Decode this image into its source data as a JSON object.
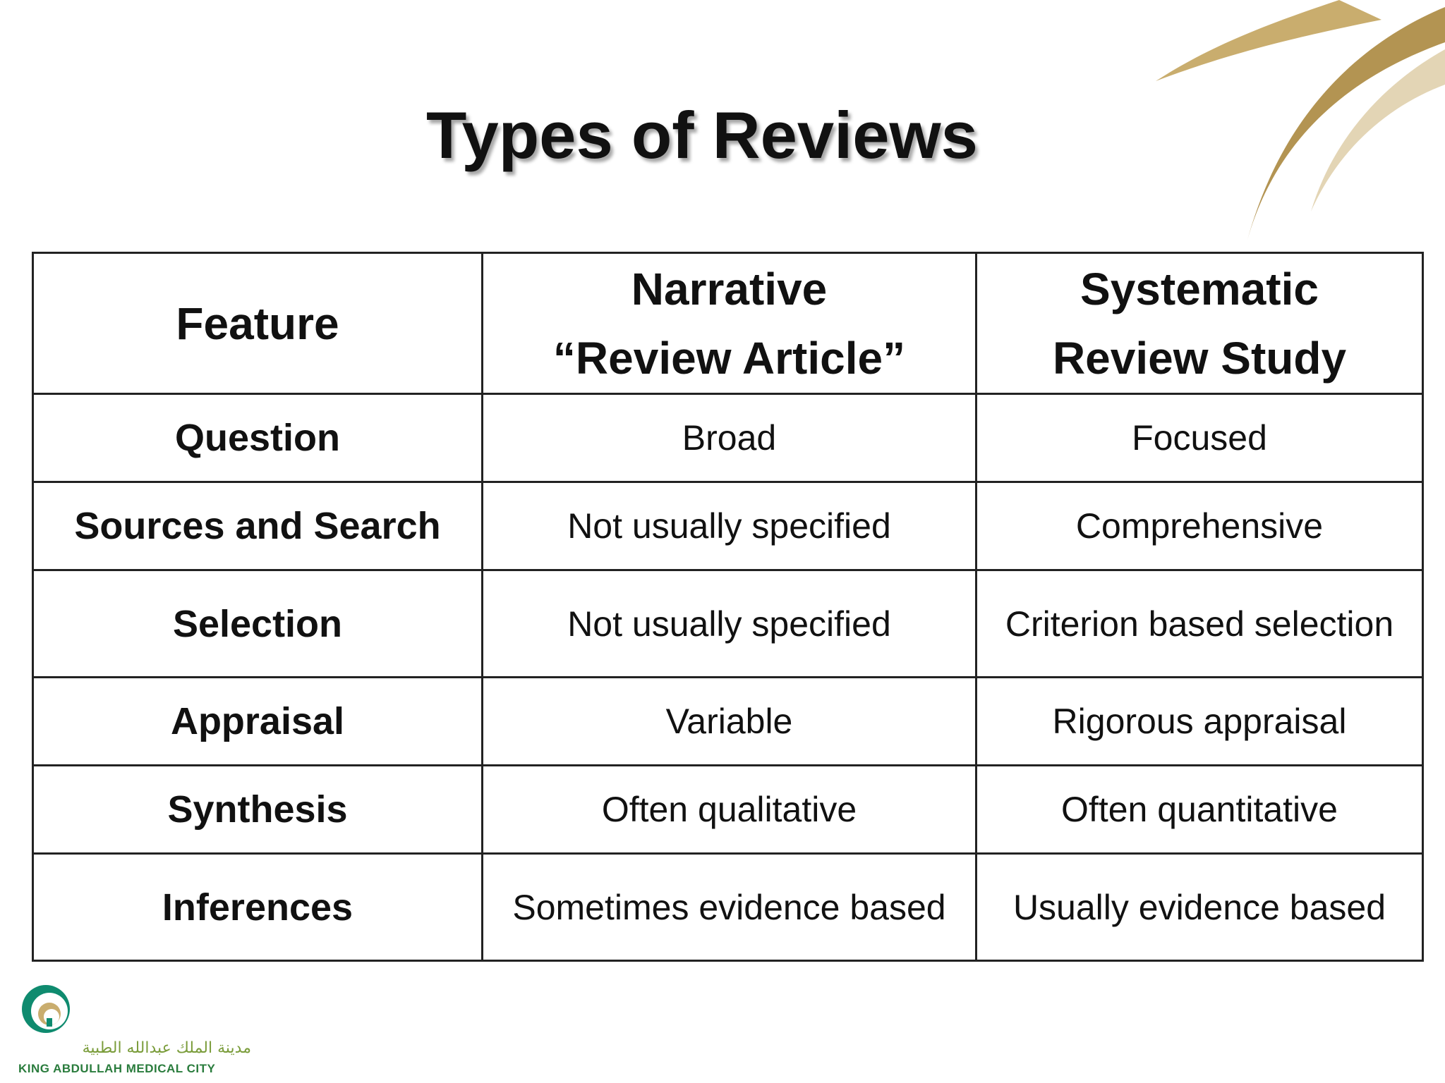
{
  "title": "Types of Reviews",
  "table": {
    "headers": {
      "feature": "Feature",
      "narrative_line1": "Narrative",
      "narrative_line2": "“Review Article”",
      "systematic_line1": "Systematic",
      "systematic_line2": "Review Study"
    },
    "rows": [
      {
        "feature": "Question",
        "narrative": "Broad",
        "systematic": "Focused"
      },
      {
        "feature": "Sources and Search",
        "narrative": "Not usually specified",
        "systematic": "Comprehensive"
      },
      {
        "feature": "Selection",
        "narrative": "Not usually specified",
        "systematic": "Criterion based selection"
      },
      {
        "feature": "Appraisal",
        "narrative": "Variable",
        "systematic": "Rigorous appraisal"
      },
      {
        "feature": "Synthesis",
        "narrative": "Often qualitative",
        "systematic": "Often quantitative"
      },
      {
        "feature": "Inferences",
        "narrative": "Sometimes evidence based",
        "systematic": "Usually evidence based"
      }
    ]
  },
  "logo": {
    "arabic": "مدينة الملك عبدالله الطبية",
    "english": "KING ABDULLAH MEDICAL CITY"
  },
  "colors": {
    "swoosh_gold": "#b39452",
    "logo_green": "#2a7c3d",
    "logo_teal": "#0f8b6f"
  }
}
